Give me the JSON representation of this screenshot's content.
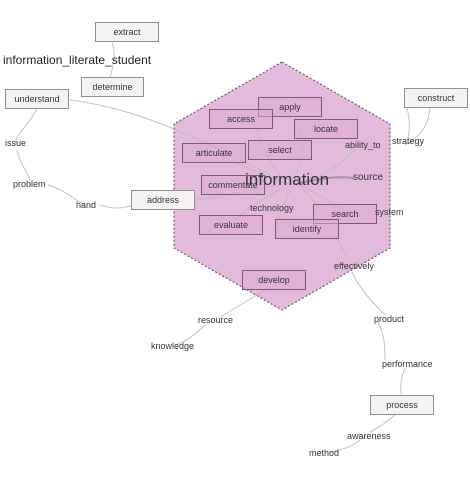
{
  "diagram": {
    "title": "information_literate_student",
    "hub": {
      "label": "information",
      "fill": "#e3b6da",
      "stroke": "#6f5a6b"
    },
    "outer_boxes": {
      "extract": "extract",
      "determine": "determine",
      "understand": "understand",
      "address": "address",
      "construct": "construct",
      "process": "process"
    },
    "inner_boxes": {
      "apply": "apply",
      "access": "access",
      "locate": "locate",
      "articulate": "articulate",
      "select": "select",
      "commentate": "commentate",
      "search": "search",
      "evaluate": "evaluate",
      "identify": "identify",
      "develop": "develop"
    },
    "inner_words": {
      "ability_to": "ability_to",
      "source": "source",
      "technology": "technology",
      "system": "system",
      "effectively": "effectively"
    },
    "outer_words": {
      "issue": "issue",
      "problem": "problem",
      "hand": "hand",
      "strategy": "strategy",
      "resource": "resource",
      "knowledge": "knowledge",
      "product": "product",
      "performance": "performance",
      "awareness": "awareness",
      "method": "method"
    }
  }
}
